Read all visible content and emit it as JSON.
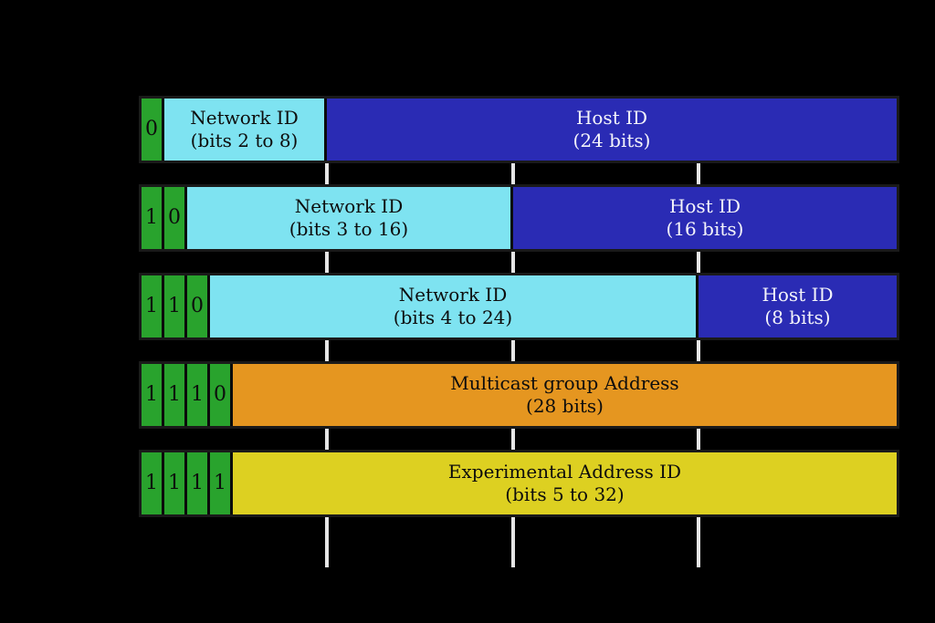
{
  "colors": {
    "background": "#000000",
    "bit_green": "#29a32d",
    "network_cyan": "#7ee3f1",
    "host_blue": "#2a2bb4",
    "multicast_orange": "#e59620",
    "experimental_yellow": "#ddd021",
    "tick_white": "#e6e6e6",
    "dark_text": "#0d0d0d",
    "light_text": "#f4f4fa"
  },
  "diagram": {
    "rows": [
      {
        "bits": [
          "0"
        ],
        "fields": [
          {
            "line1": "Network ID",
            "line2": "(bits 2 to 8)"
          },
          {
            "line1": "Host ID",
            "line2": "(24 bits)"
          }
        ]
      },
      {
        "bits": [
          "1",
          "0"
        ],
        "fields": [
          {
            "line1": "Network ID",
            "line2": "(bits 3 to 16)"
          },
          {
            "line1": "Host ID",
            "line2": "(16 bits)"
          }
        ]
      },
      {
        "bits": [
          "1",
          "1",
          "0"
        ],
        "fields": [
          {
            "line1": "Network ID",
            "line2": "(bits 4 to 24)"
          },
          {
            "line1": "Host ID",
            "line2": "(8 bits)"
          }
        ]
      },
      {
        "bits": [
          "1",
          "1",
          "1",
          "0"
        ],
        "fields": [
          {
            "line1": "Multicast group Address",
            "line2": "(28 bits)"
          }
        ]
      },
      {
        "bits": [
          "1",
          "1",
          "1",
          "1"
        ],
        "fields": [
          {
            "line1": "Experimental Address ID",
            "line2": "(bits 5 to 32)"
          }
        ]
      }
    ]
  }
}
